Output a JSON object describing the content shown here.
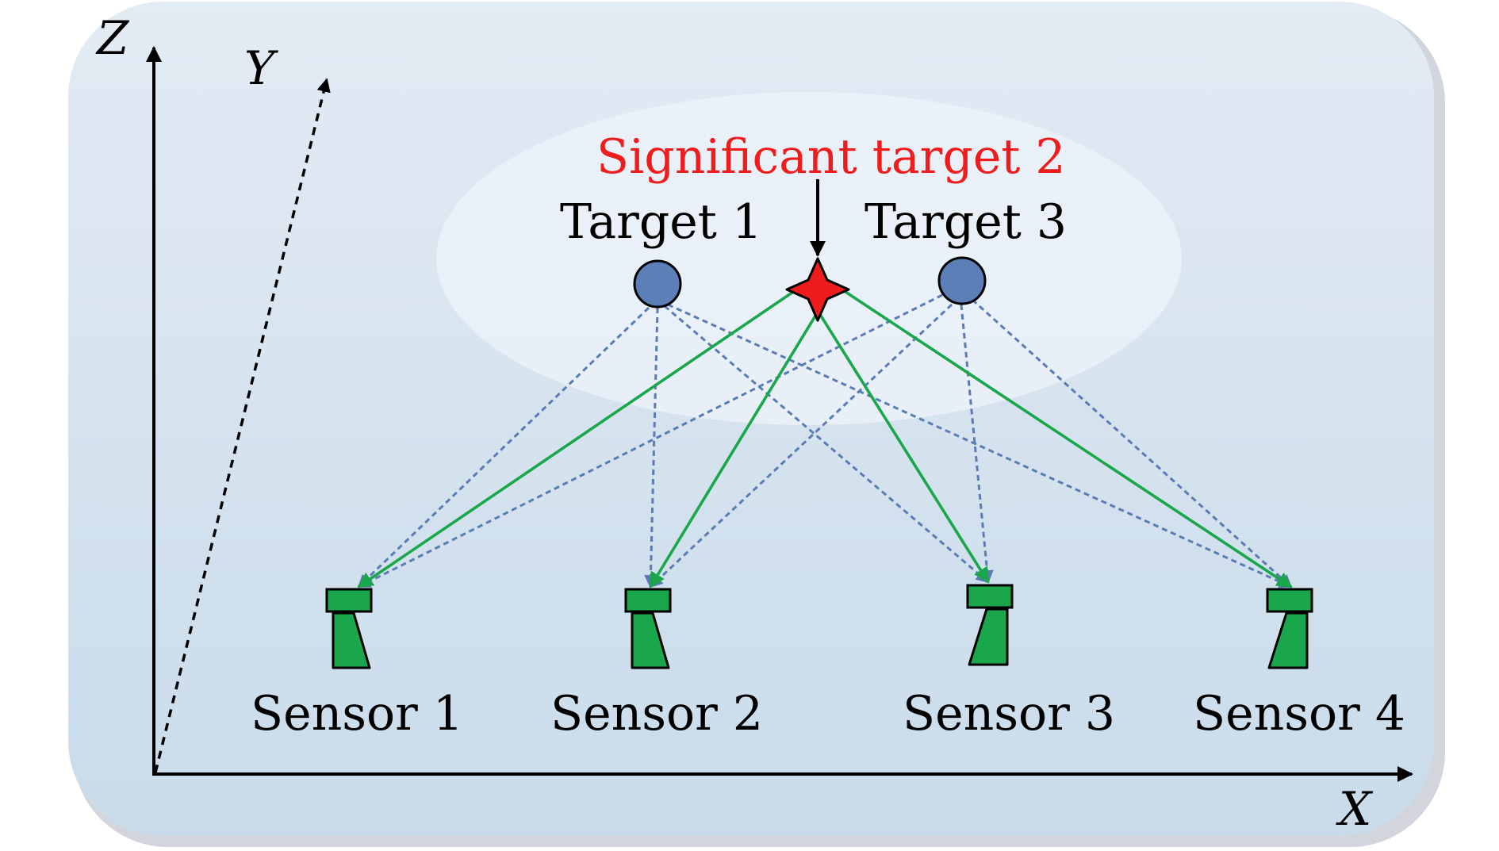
{
  "axes": {
    "x": "X",
    "y": "Y",
    "z": "Z"
  },
  "significant_target": {
    "label": "Significant target 2",
    "color": "#ee1c1c"
  },
  "targets": [
    {
      "id": "target-1",
      "label": "Target 1"
    },
    {
      "id": "target-2",
      "label": ""
    },
    {
      "id": "target-3",
      "label": "Target 3"
    }
  ],
  "sensors": [
    {
      "id": "sensor-1",
      "label": "Sensor 1"
    },
    {
      "id": "sensor-2",
      "label": "Sensor 2"
    },
    {
      "id": "sensor-3",
      "label": "Sensor 3"
    },
    {
      "id": "sensor-4",
      "label": "Sensor 4"
    }
  ],
  "colors": {
    "background_top": "#e3ebf4",
    "background_bottom": "#c9dbea",
    "halo": "#eef3f9",
    "target_fill": "#5b7fb6",
    "sensor_fill": "#1aa64a",
    "signal_line": "#1aa64a",
    "dashed_line": "#5a7cb2",
    "significant_fill": "#ee1c1c"
  },
  "links": {
    "dashed_from_targets": [
      [
        "target-1",
        "sensor-1"
      ],
      [
        "target-1",
        "sensor-2"
      ],
      [
        "target-1",
        "sensor-3"
      ],
      [
        "target-1",
        "sensor-4"
      ],
      [
        "target-3",
        "sensor-1"
      ],
      [
        "target-3",
        "sensor-2"
      ],
      [
        "target-3",
        "sensor-3"
      ],
      [
        "target-3",
        "sensor-4"
      ]
    ],
    "solid_from_significant": [
      [
        "target-2",
        "sensor-1"
      ],
      [
        "target-2",
        "sensor-2"
      ],
      [
        "target-2",
        "sensor-3"
      ],
      [
        "target-2",
        "sensor-4"
      ]
    ]
  }
}
